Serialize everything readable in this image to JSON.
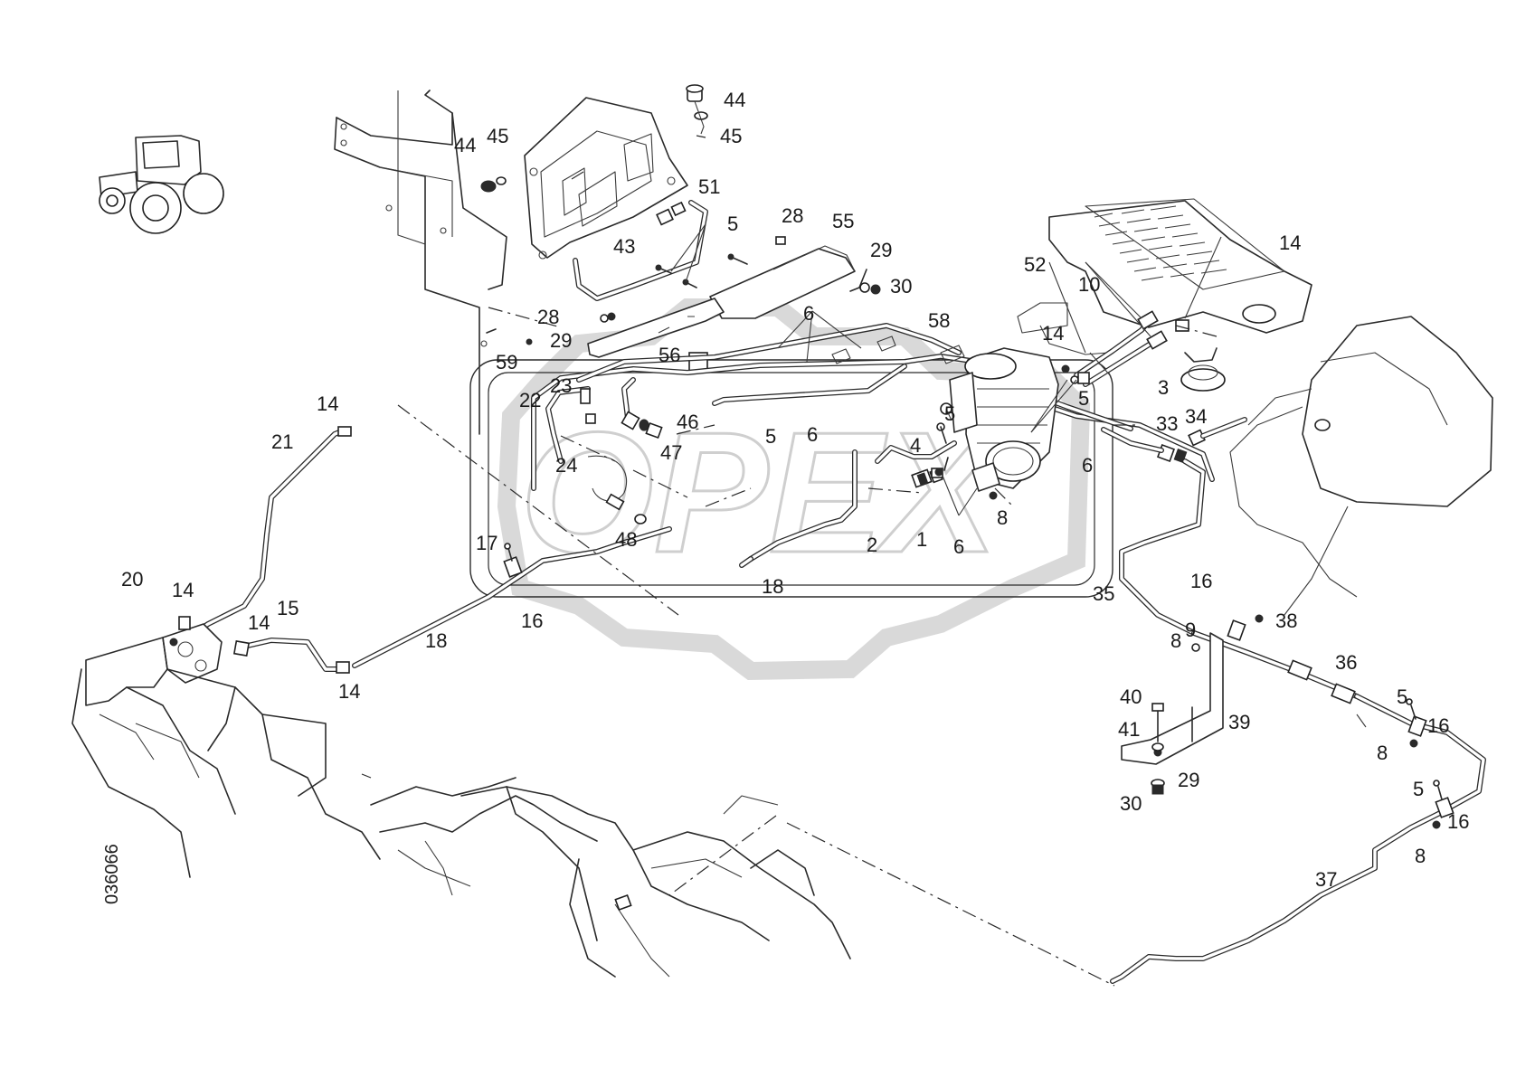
{
  "drawing_number": "036066",
  "watermark": {
    "text": "OPEX"
  },
  "callouts": [
    {
      "id": "1",
      "label": "1"
    },
    {
      "id": "2",
      "label": "2"
    },
    {
      "id": "3",
      "label": "3"
    },
    {
      "id": "4",
      "label": "4"
    },
    {
      "id": "5a",
      "label": "5"
    },
    {
      "id": "5b",
      "label": "5"
    },
    {
      "id": "5c",
      "label": "5"
    },
    {
      "id": "5d",
      "label": "5"
    },
    {
      "id": "5e",
      "label": "5"
    },
    {
      "id": "5f",
      "label": "5"
    },
    {
      "id": "6a",
      "label": "6"
    },
    {
      "id": "6b",
      "label": "6"
    },
    {
      "id": "6c",
      "label": "6"
    },
    {
      "id": "6d",
      "label": "6"
    },
    {
      "id": "8a",
      "label": "8"
    },
    {
      "id": "8b",
      "label": "8"
    },
    {
      "id": "8c",
      "label": "8"
    },
    {
      "id": "8d",
      "label": "8"
    },
    {
      "id": "9",
      "label": "9"
    },
    {
      "id": "10",
      "label": "10"
    },
    {
      "id": "14a",
      "label": "14"
    },
    {
      "id": "14b",
      "label": "14"
    },
    {
      "id": "14c",
      "label": "14"
    },
    {
      "id": "14d",
      "label": "14"
    },
    {
      "id": "14e",
      "label": "14"
    },
    {
      "id": "14f",
      "label": "14"
    },
    {
      "id": "15",
      "label": "15"
    },
    {
      "id": "16a",
      "label": "16"
    },
    {
      "id": "16b",
      "label": "16"
    },
    {
      "id": "16c",
      "label": "16"
    },
    {
      "id": "16d",
      "label": "16"
    },
    {
      "id": "17",
      "label": "17"
    },
    {
      "id": "18a",
      "label": "18"
    },
    {
      "id": "18b",
      "label": "18"
    },
    {
      "id": "20",
      "label": "20"
    },
    {
      "id": "21",
      "label": "21"
    },
    {
      "id": "22",
      "label": "22"
    },
    {
      "id": "23",
      "label": "23"
    },
    {
      "id": "24",
      "label": "24"
    },
    {
      "id": "28a",
      "label": "28"
    },
    {
      "id": "28b",
      "label": "28"
    },
    {
      "id": "29a",
      "label": "29"
    },
    {
      "id": "29b",
      "label": "29"
    },
    {
      "id": "29c",
      "label": "29"
    },
    {
      "id": "30a",
      "label": "30"
    },
    {
      "id": "30b",
      "label": "30"
    },
    {
      "id": "33",
      "label": "33"
    },
    {
      "id": "34",
      "label": "34"
    },
    {
      "id": "35",
      "label": "35"
    },
    {
      "id": "36",
      "label": "36"
    },
    {
      "id": "37",
      "label": "37"
    },
    {
      "id": "38",
      "label": "38"
    },
    {
      "id": "39",
      "label": "39"
    },
    {
      "id": "40",
      "label": "40"
    },
    {
      "id": "41",
      "label": "41"
    },
    {
      "id": "43",
      "label": "43"
    },
    {
      "id": "44a",
      "label": "44"
    },
    {
      "id": "44b",
      "label": "44"
    },
    {
      "id": "45a",
      "label": "45"
    },
    {
      "id": "45b",
      "label": "45"
    },
    {
      "id": "46",
      "label": "46"
    },
    {
      "id": "47",
      "label": "47"
    },
    {
      "id": "48",
      "label": "48"
    },
    {
      "id": "51",
      "label": "51"
    },
    {
      "id": "52",
      "label": "52"
    },
    {
      "id": "55",
      "label": "55"
    },
    {
      "id": "56",
      "label": "56"
    },
    {
      "id": "58",
      "label": "58"
    },
    {
      "id": "59",
      "label": "59"
    }
  ]
}
